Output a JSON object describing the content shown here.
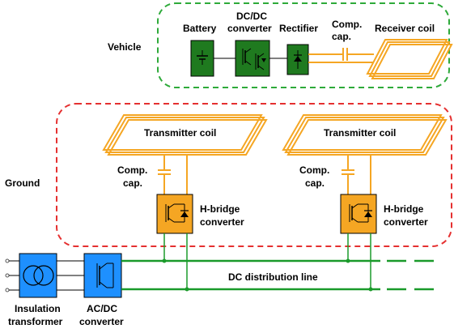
{
  "regions": {
    "vehicle": {
      "label": "Vehicle",
      "border_color": "#2eaa3a"
    },
    "ground": {
      "label": "Ground",
      "border_color": "#e53030"
    }
  },
  "vehicle": {
    "battery_label": "Battery",
    "dcdc_label_line1": "DC/DC",
    "dcdc_label_line2": "converter",
    "rectifier_label": "Rectifier",
    "comp_cap_line1": "Comp.",
    "comp_cap_line2": "cap.",
    "receiver_coil_label": "Receiver coil",
    "box_color": "#1f7a1f"
  },
  "ground_units": [
    {
      "transmitter_coil_label": "Transmitter coil",
      "comp_cap_line1": "Comp.",
      "comp_cap_line2": "cap.",
      "hbridge_line1": "H-bridge",
      "hbridge_line2": "converter"
    },
    {
      "transmitter_coil_label": "Transmitter coil",
      "comp_cap_line1": "Comp.",
      "comp_cap_line2": "cap.",
      "hbridge_line1": "H-bridge",
      "hbridge_line2": "converter"
    }
  ],
  "grid": {
    "transformer_line1": "Insulation",
    "transformer_line2": "transformer",
    "acdc_line1": "AC/DC",
    "acdc_line2": "converter",
    "dc_line_label": "DC distribution line",
    "transformer_color": "#1e90ff",
    "line_color": "#1a9a2a"
  },
  "colors": {
    "coil": "#f5a623",
    "hbridge": "#f5a623"
  }
}
